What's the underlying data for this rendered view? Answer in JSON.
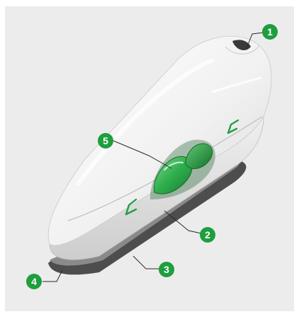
{
  "diagram": {
    "callouts": [
      {
        "id": "c1",
        "label": "1"
      },
      {
        "id": "c2",
        "label": "2"
      },
      {
        "id": "c3",
        "label": "3"
      },
      {
        "id": "c4",
        "label": "4"
      },
      {
        "id": "c5",
        "label": "5"
      }
    ],
    "colors": {
      "background": "#ececec",
      "accent_green": "#1e9e3e",
      "accent_green_light": "#56c56c",
      "device_body": "#f5f5f5",
      "device_shadow": "#cfcfcf",
      "base_dark": "#555555",
      "leader_line": "#2a2a2a"
    }
  }
}
